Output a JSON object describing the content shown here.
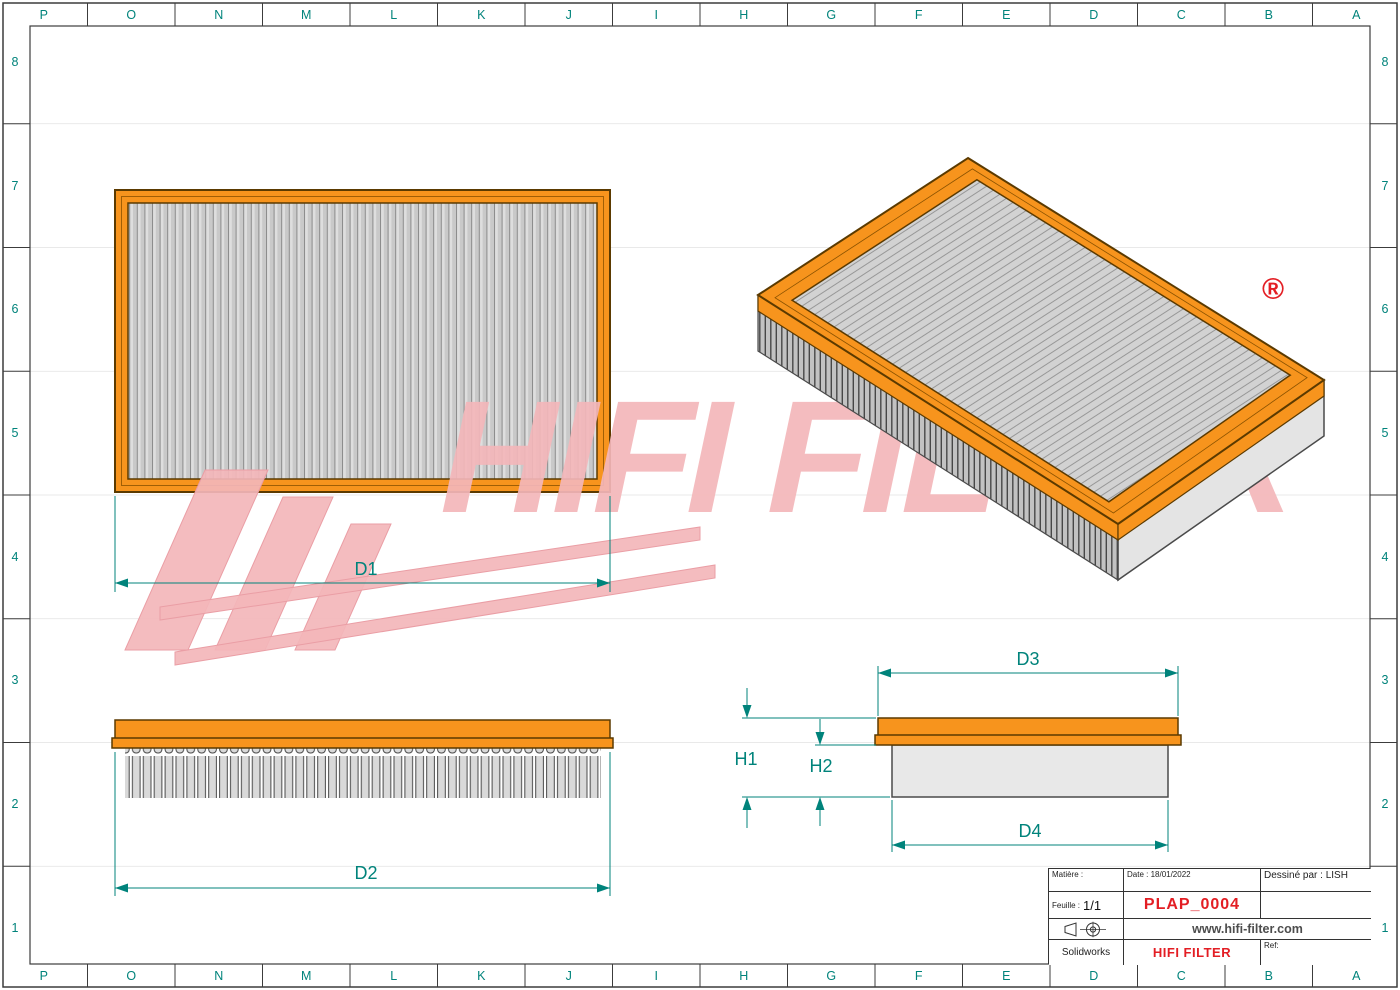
{
  "grid": {
    "cols": [
      "P",
      "O",
      "N",
      "M",
      "L",
      "K",
      "J",
      "I",
      "H",
      "G",
      "F",
      "E",
      "D",
      "C",
      "B",
      "A"
    ],
    "rows": [
      "8",
      "7",
      "6",
      "5",
      "4",
      "3",
      "2",
      "1"
    ]
  },
  "dimensions": {
    "d1": "D1",
    "d2": "D2",
    "d3": "D3",
    "d4": "D4",
    "h1": "H1",
    "h2": "H2"
  },
  "watermark": {
    "text": "HIFI FILTER",
    "registered_mark": "®"
  },
  "title_block": {
    "matiere_label": "Matière :",
    "date_label": "Date : 18/01/2022",
    "dessine_label": "Dessiné par : LISH",
    "feuille_label": "Feuille :",
    "feuille_value": "1/1",
    "part_number": "PLAP_0004",
    "website": "www.hifi-filter.com",
    "software": "Solidworks",
    "brand": "HIFI FILTER",
    "ref_label": "Ref:"
  },
  "colors": {
    "frame_orange": "#F7941D",
    "outline_brown": "#5b3a00",
    "dimension_teal": "#00837b",
    "brand_red": "#e31e24",
    "watermark_pink": "#f3b6ba",
    "media_gray": "#d6d6d6"
  }
}
